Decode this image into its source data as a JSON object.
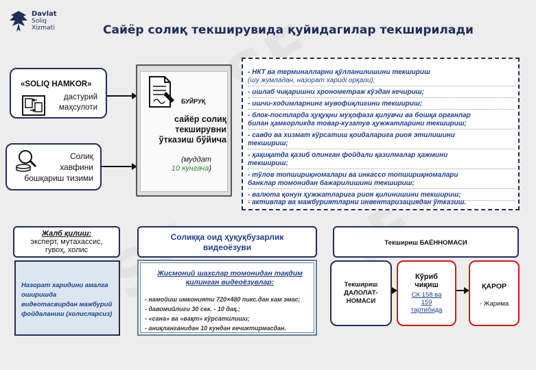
{
  "logo": {
    "line1": "Davlat",
    "line2": "Soliq",
    "line3": "Xizmati"
  },
  "title": "Сайёр солиқ текширувида қуйидагилар текширилади",
  "hamkor": {
    "name": "«SOLIQ HAMKOR»",
    "line2": "дастурий",
    "line3": "маҳсулоти"
  },
  "xavf": {
    "line1": "Солиқ",
    "line2": "хавфини",
    "line3": "бошқариш тизими"
  },
  "buyruq": {
    "label": "БУЙРУҚ",
    "line1": "сайёр солиқ",
    "line2": "текширувни",
    "line3": "ўтказиш бўйича",
    "muddat1": "(муддат",
    "muddat2": "10 кунгача",
    "muddat3": ")"
  },
  "checklist": [
    {
      "text": "- НКТ ва терминалларни қўлланилишини текшириш",
      "sub": "(шу жумладан,  назорат харидi орқали);"
    },
    {
      "text": "- ишлаб чиқаришни хронометраж кўздан кечириш;"
    },
    {
      "text": "- ишчи-ходимларнинг мувофиқлигини текшириш;"
    },
    {
      "text": "- блок-постларда  ҳуқуқни муҳофаза қилувчи ва бошқа органлар",
      "text2": "билан ҳамкорликда товар-кузатув ҳужжатларини текшириш;"
    },
    {
      "text": "- савдо ва хизмат кўрсатиш қоидаларига риоя этилишини",
      "text2": "текшириш;"
    },
    {
      "text": "- ҳақиқатда қазиб олинган фойдали қазилмалар ҳажмини",
      "text2": "текшириш;"
    },
    {
      "text": "- тўлов топшириқномалари ва инкассо топшириқномалари",
      "text2": "банклар томонидан бажарилишини текшириш;"
    },
    {
      "text": "- валюта қонун ҳужжатларига риоя қилинишини текшириш;"
    },
    {
      "text": "- активлар ва мажбуриятларни инвентаризациядан ўтказиш."
    }
  ],
  "jalb": {
    "header1": "Жалб қилиш:",
    "header2": "эксперт, мутахассис,",
    "header3": "гувоҳ, холис",
    "body": [
      "Назорат харидини амалга",
      "оширишда",
      "видеотасвирдан мажбурий",
      "фойдаланиш (холисларсиз)"
    ]
  },
  "video": {
    "header1": "Солиққа оид ҳуқуқбузарлик",
    "header2": "видеоёзуви",
    "subhead1": "Жисмоний шахслар томонидан тақдим",
    "subhead2": "қилинган видеоёзувлар:",
    "items": [
      "- намойиш имконияти 720×480 пикс.дан кам эмас;",
      "- давомийлиги 30 сек. - 10 дақ.;",
      "- «сана» ва «вақт» кўрсатилиши;",
      "- аниқланганидан 10 кундан кечиктирмасдан."
    ]
  },
  "bayon": {
    "header": "Текшириш БАЁННОМАСИ"
  },
  "dalolat": {
    "line1": "Текшириш",
    "line2": "ДАЛОЛАТ-",
    "line3": "НОМАСИ"
  },
  "korib": {
    "line1": "Кўриб",
    "line2": "чиқиш",
    "link1": "СК 158 ва",
    "link2": "159",
    "link3": "тартибида"
  },
  "qaror": {
    "header": "ҚАРОР",
    "body": "-  Жарима"
  }
}
